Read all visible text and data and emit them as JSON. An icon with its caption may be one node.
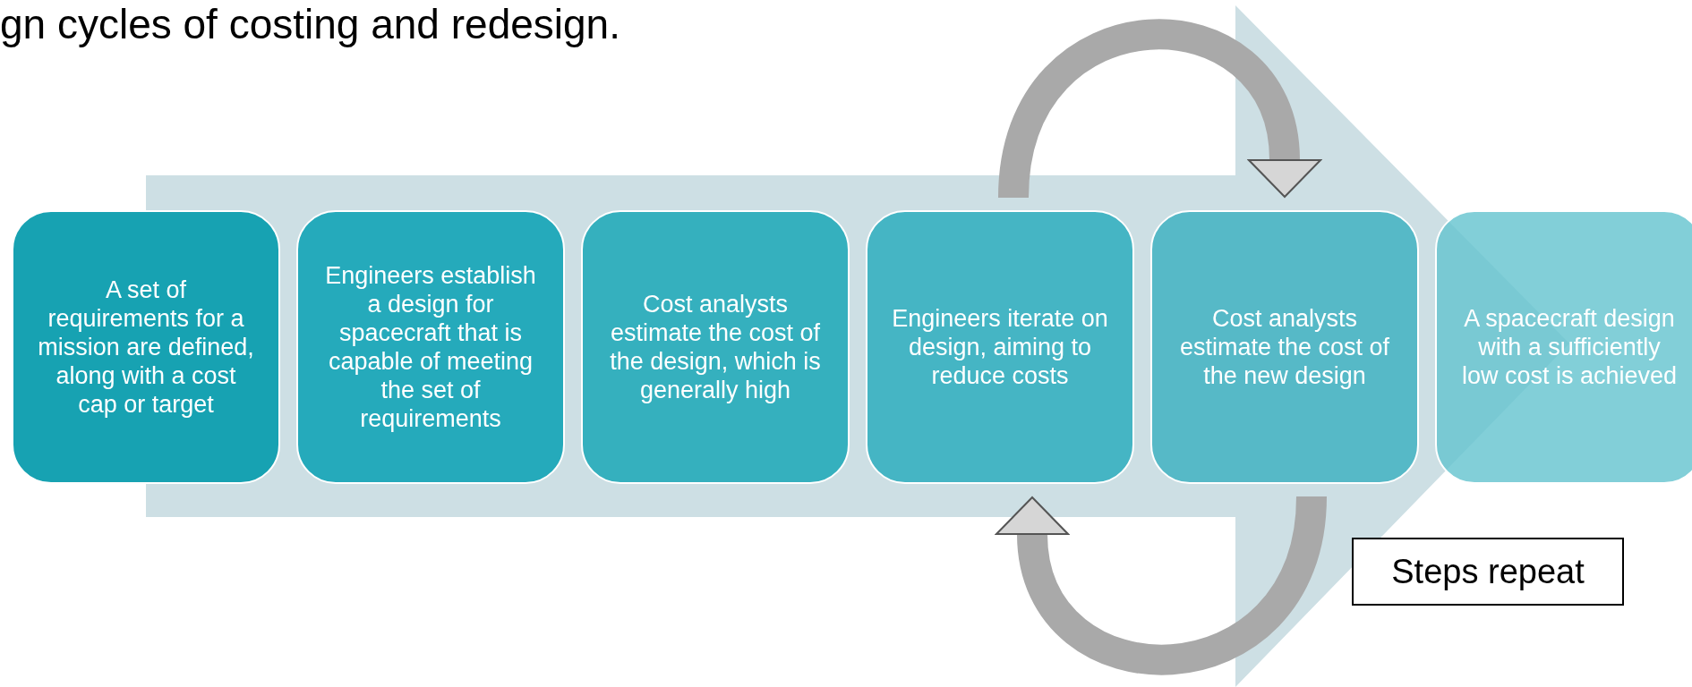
{
  "diagram": {
    "nodes": [
      {
        "text": [
          "A set of requirements for a mission are defined, along with a cost cap or target"
        ]
      },
      {
        "text": [
          "Engineers establish a design for spacecraft that is capable of meeting the set of requirements"
        ]
      },
      {
        "text": [
          "Cost analysts estimate the cost of the design, which is generally high"
        ]
      },
      {
        "text": [
          "Engineers iterate on design, aiming to reduce costs"
        ]
      },
      {
        "text": [
          "Cost analysts estimate the cost of the new design"
        ]
      },
      {
        "text": [
          "A spacecraft design with a sufficiently low cost is achieved"
        ]
      },
      {
        "text": [
          "Steps repeat"
        ]
      }
    ],
    "edges": [
      {
        "from": 3,
        "to": 4,
        "arrow": "to"
      },
      {
        "from": 4,
        "to": 3,
        "arrow": "to"
      },
      {
        "from": 0,
        "to": 5,
        "arrow": "to",
        "style": "thick",
        "color": "#cddfe4"
      }
    ],
    "labels": [
      "gn cycles of costing and redesign."
    ]
  }
}
